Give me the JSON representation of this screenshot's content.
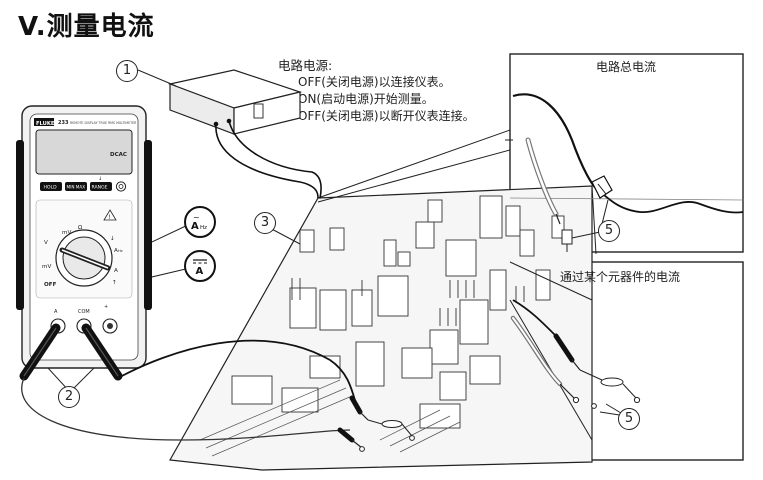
{
  "title": "V.测量电流",
  "power_note": {
    "heading": "电路电源:",
    "lines": [
      "OFF(关闭电源)以连接仪表。",
      "ON(启动电源)开始测量。",
      "OFF(关闭电源)以断开仪表连接。"
    ]
  },
  "panels": {
    "total_current": "电路总电流",
    "component_current": "通过某个元器件的电流"
  },
  "callouts": [
    "1",
    "2",
    "3",
    "5",
    "5"
  ],
  "meter": {
    "brand": "FLUKE",
    "model": "233",
    "model_sub": "REMOTE DISPLAY TRUE RMS MULTIMETER",
    "display_mode": "DCAC",
    "buttons": [
      "HOLD",
      "MIN MAX",
      "RANGE"
    ],
    "dial_labels": {
      "mv": "mV",
      "v_ac": "V",
      "ohm": "Ω",
      "a_ac": "A",
      "a_dc": "A",
      "off": "OFF",
      "hz": "Hz"
    },
    "terminals": [
      "A",
      "COM",
      "+"
    ],
    "badge_ac": "A",
    "badge_ac_hz": "Hz",
    "badge_dc": "A"
  },
  "colors": {
    "line": "#222222",
    "board_fill": "#f4f4f4",
    "meter_body": "#f2f2f2",
    "meter_screen": "#dcdcdc",
    "probe": "#111111"
  }
}
